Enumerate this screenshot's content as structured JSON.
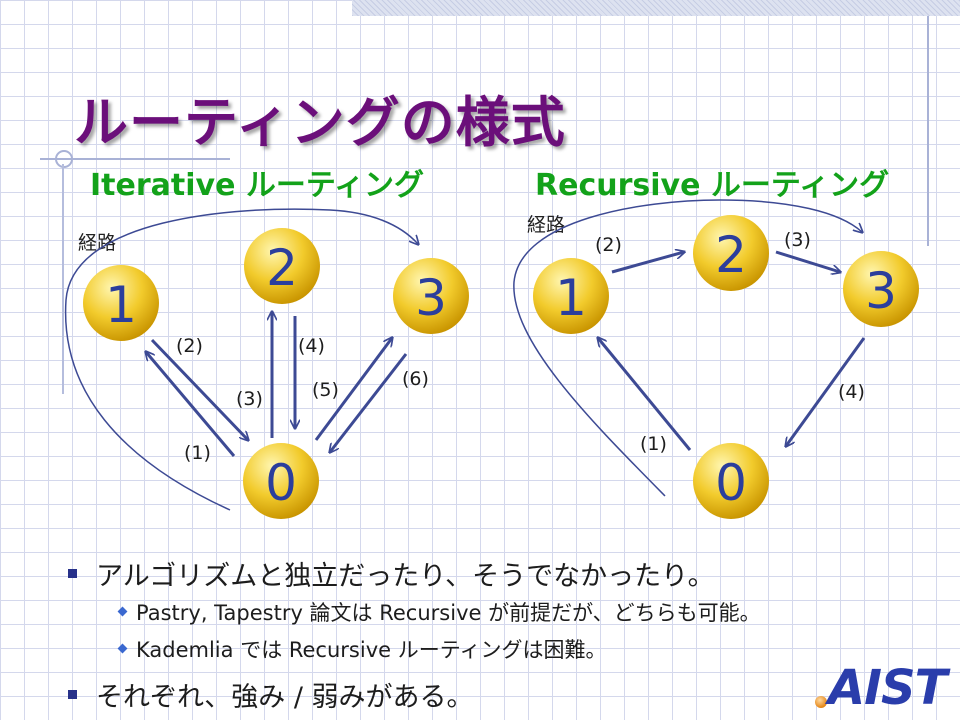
{
  "slide": {
    "title": "ルーティングの様式",
    "left_heading": "Iterative ルーティング",
    "right_heading": "Recursive ルーティング",
    "left_path_label": "経路",
    "right_path_label": "経路",
    "bullets": [
      {
        "level": 1,
        "text": "アルゴリズムと独立だったり、そうでなかったり。"
      },
      {
        "level": 2,
        "text": "Pastry, Tapestry 論文は Recursive が前提だが、どちらも可能。"
      },
      {
        "level": 2,
        "text": "Kademlia では Recursive ルーティングは困難。"
      },
      {
        "level": 1,
        "text": "それぞれ、強み / 弱みがある。"
      }
    ],
    "logo_text": "AIST"
  },
  "diagrams": {
    "iterative": {
      "nodes": [
        "1",
        "2",
        "3",
        "0"
      ],
      "edge_labels": [
        "(1)",
        "(2)",
        "(3)",
        "(4)",
        "(5)",
        "(6)"
      ]
    },
    "recursive": {
      "nodes": [
        "1",
        "2",
        "3",
        "0"
      ],
      "edge_labels": [
        "(1)",
        "(2)",
        "(3)",
        "(4)"
      ]
    }
  },
  "colors": {
    "title": "#6b0f7a",
    "heading": "#13a21a",
    "arrow": "#3d4a94",
    "node_fill_light": "#fff6b0",
    "node_fill_dark": "#d4a200",
    "node_text": "#2b3e9c"
  }
}
